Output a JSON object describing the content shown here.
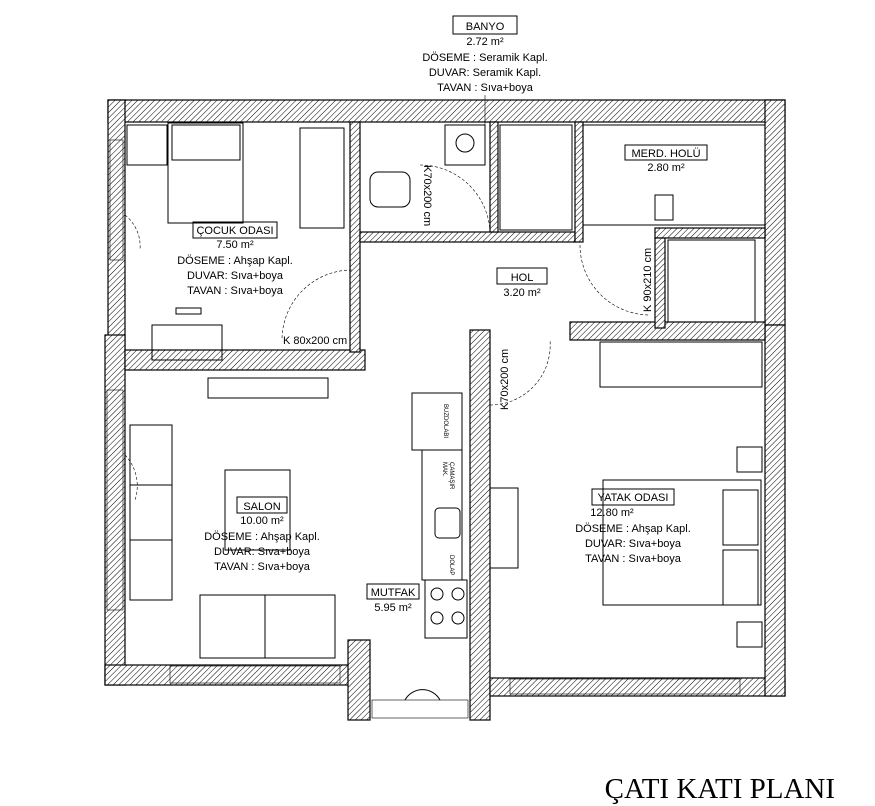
{
  "plan_title": "ÇATI KATI PLANI",
  "rooms": {
    "banyo": {
      "name": "BANYO",
      "area": "2.72 m²",
      "doseme": "DÖSEME : Seramik Kapl.",
      "duvar": "DUVAR: Seramik Kapl.",
      "tavan": "TAVAN : Sıva+boya"
    },
    "merdiven": {
      "name": "MERD. HOLÜ",
      "area": "2.80 m²"
    },
    "cocuk": {
      "name": "ÇOCUK ODASI",
      "area": "7.50 m²",
      "doseme": "DÖSEME : Ahşap Kapl.",
      "duvar": "DUVAR: Sıva+boya",
      "tavan": "TAVAN : Sıva+boya"
    },
    "hol": {
      "name": "HOL",
      "area": "3.20 m²"
    },
    "salon": {
      "name": "SALON",
      "area": "10.00 m²",
      "doseme": "DÖSEME : Ahşap Kapl.",
      "duvar": "DUVAR: Sıva+boya",
      "tavan": "TAVAN : Sıva+boya"
    },
    "mutfak": {
      "name": "MUTFAK",
      "area": "5.95 m²"
    },
    "yatak": {
      "name": "YATAK ODASI",
      "area": "12.80 m²",
      "doseme": "DÖSEME : Ahşap Kapl.",
      "duvar": "DUVAR: Sıva+boya",
      "tavan": "TAVAN : Sıva+boya"
    }
  },
  "doors": {
    "cocuk": "K 80x200 cm",
    "banyo": "K70x200 cm",
    "merdiven": "K 90x210 cm",
    "yatak": "K70x200 cm"
  },
  "kitchen": {
    "fridge": "BUZDOLABI",
    "washer_1": "ÇAMAŞIR",
    "washer_2": "MAK.",
    "cabinet": "DOLAP"
  }
}
